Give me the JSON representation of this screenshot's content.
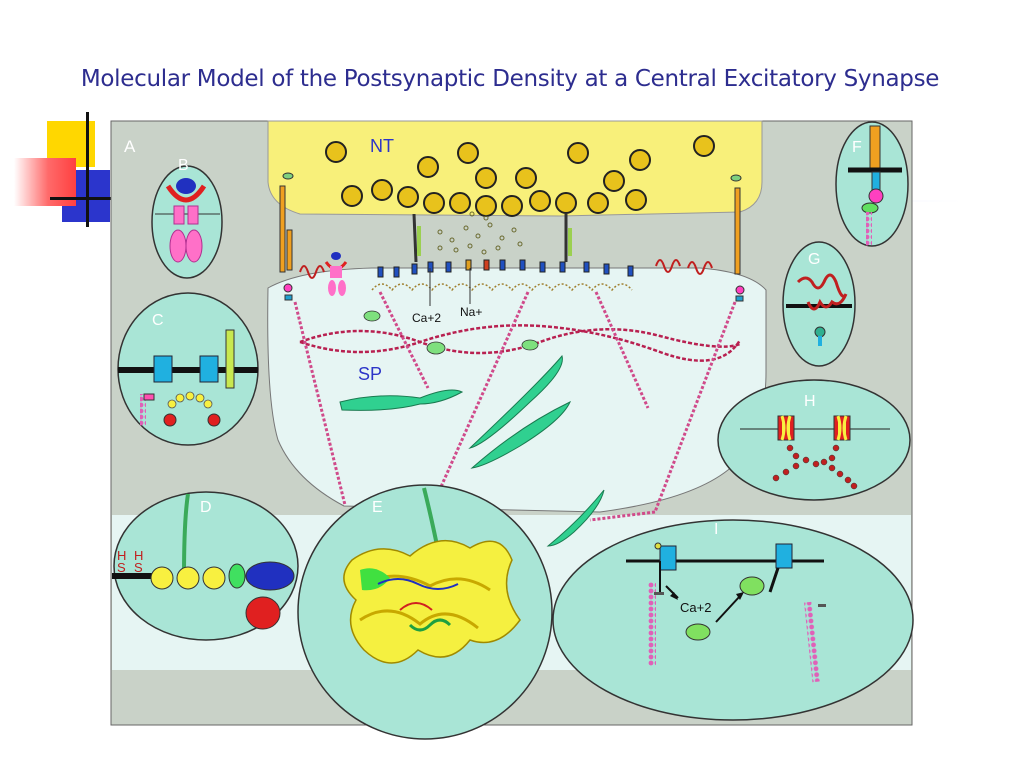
{
  "slide": {
    "title": "Molecular Model of the Postsynaptic Density at a Central Excitatory Synapse"
  },
  "figure": {
    "panels": [
      "A",
      "B",
      "C",
      "D",
      "E",
      "F",
      "G",
      "H",
      "I"
    ],
    "nt_label": "NT",
    "sp_label": "SP",
    "ion_labels": [
      "Ca+2",
      "Na+"
    ],
    "hs_left": [
      "H",
      "S"
    ],
    "hs_right": [
      "H",
      "S"
    ],
    "ca_label_i": "Ca+2"
  },
  "colors": {
    "title": "#2d2d8f",
    "frame_bg": "#c9d2c8",
    "panel_fill": "#a9e5d6",
    "presynaptic": "#f8f07a",
    "postsynaptic": "#e6f5f3",
    "vesicle": "#e8c21c",
    "filament": "#c8417a",
    "deco_yellow": "#ffd700",
    "deco_blue": "#2030d0",
    "deco_red": "#ff4a4a"
  }
}
